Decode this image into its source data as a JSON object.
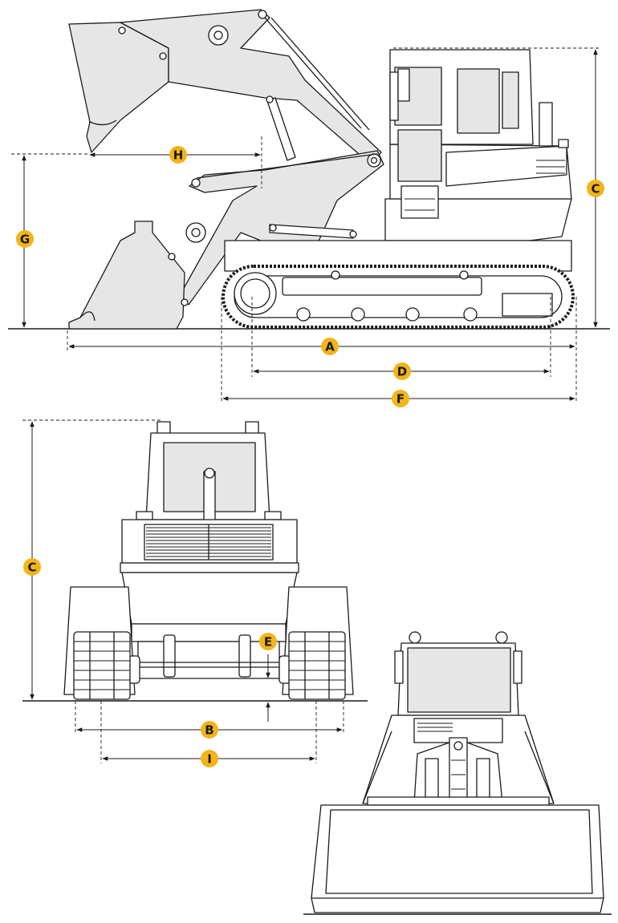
{
  "colors": {
    "badge_fill": "#f2b418",
    "line": "#1a1a1a",
    "panel_fill": "#e6e6e6"
  },
  "labels": {
    "A": "A",
    "B": "B",
    "C_side": "C",
    "C_front": "C",
    "D": "D",
    "E": "E",
    "F": "F",
    "G": "G",
    "H": "H",
    "I": "I"
  }
}
